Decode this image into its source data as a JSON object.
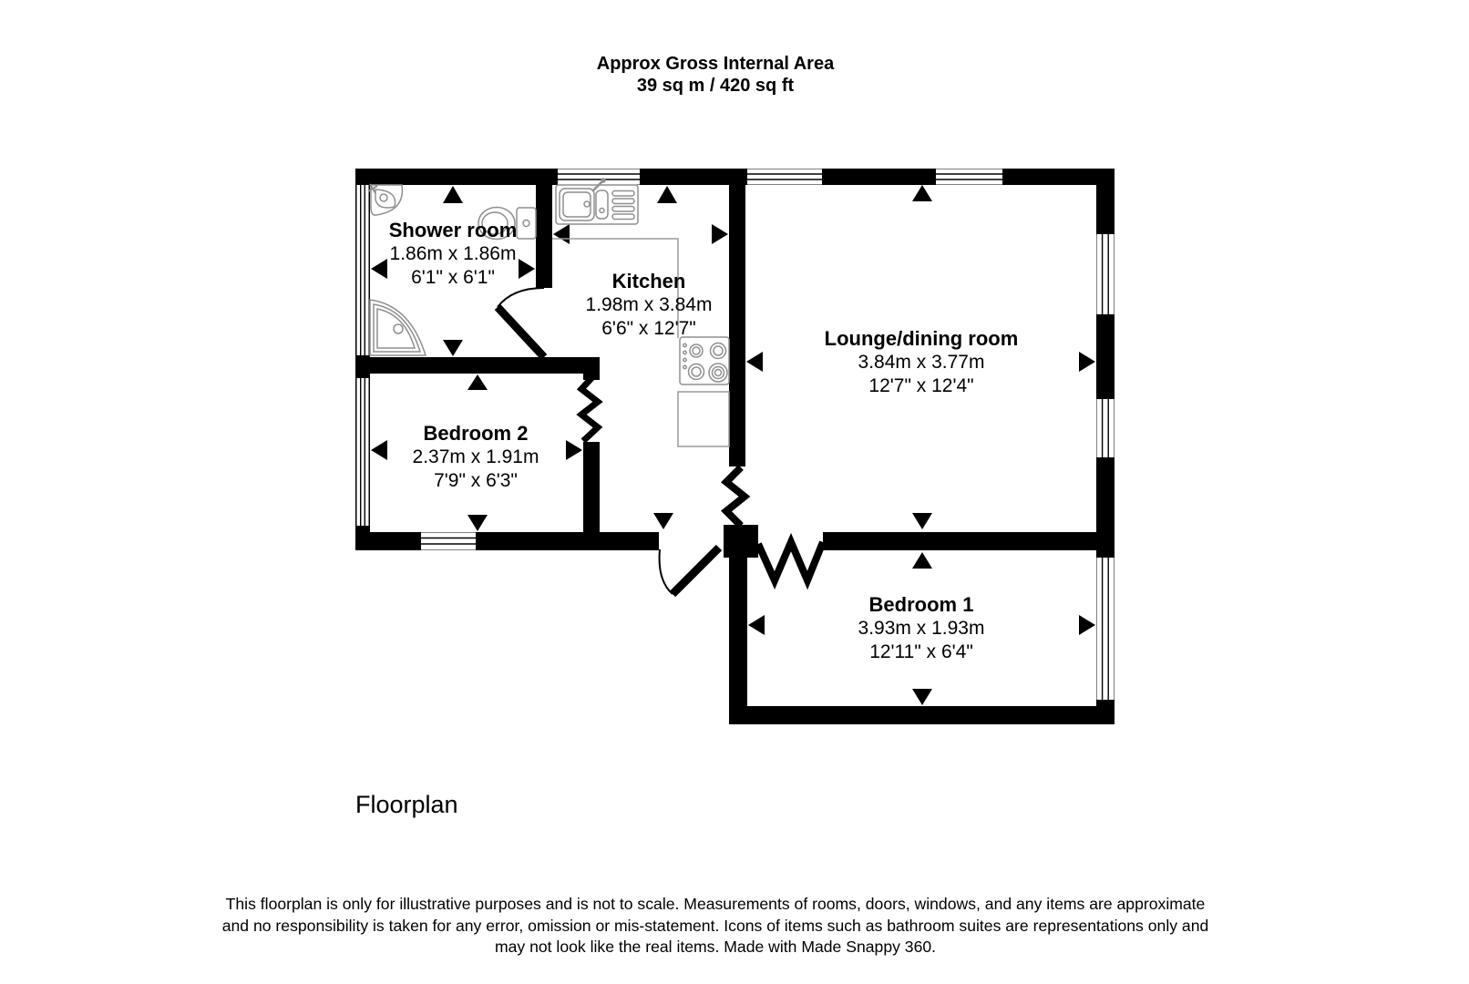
{
  "title": {
    "line1": "Approx Gross Internal Area",
    "line2": "39 sq m / 420 sq ft"
  },
  "rooms": {
    "shower_room": {
      "name": "Shower room",
      "metric": "1.86m x 1.86m",
      "imperial": "6'1\" x 6'1\""
    },
    "kitchen": {
      "name": "Kitchen",
      "metric": "1.98m x 3.84m",
      "imperial": "6'6\" x 12'7\""
    },
    "lounge": {
      "name": "Lounge/dining room",
      "metric": "3.84m x 3.77m",
      "imperial": "12'7\" x 12'4\""
    },
    "bedroom2": {
      "name": "Bedroom 2",
      "metric": "2.37m x 1.91m",
      "imperial": "7'9\" x 6'3\""
    },
    "bedroom1": {
      "name": "Bedroom 1",
      "metric": "3.93m x 1.93m",
      "imperial": "12'11\" x 6'4\""
    }
  },
  "caption": "Floorplan",
  "disclaimer": {
    "line1": "This floorplan is only for illustrative purposes and is not to scale. Measurements of rooms, doors, windows, and any items are approximate",
    "line2": "and no responsibility is taken for any error, omission or mis-statement. Icons of items such as bathroom suites are representations only and",
    "line3": "may not look like the real items. Made with Made Snappy 360."
  },
  "colors": {
    "wall": "#000000",
    "background": "#ffffff",
    "fixture_outline": "#8f8f8f",
    "counter_outline": "#9a9a9a"
  }
}
